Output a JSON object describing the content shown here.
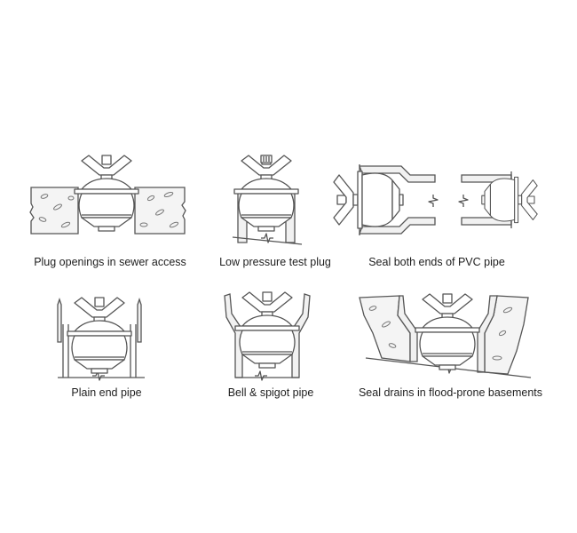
{
  "diagram": {
    "title": "",
    "panels": [
      {
        "id": "sewer-access",
        "caption": "Plug openings in sewer access",
        "row": 1,
        "col": 1
      },
      {
        "id": "low-pressure",
        "caption": "Low pressure test plug",
        "row": 1,
        "col": 2
      },
      {
        "id": "pvc-pipe",
        "caption": "Seal both ends of PVC pipe",
        "row": 1,
        "col": 3
      },
      {
        "id": "plain-end",
        "caption": "Plain end pipe",
        "row": 2,
        "col": 1
      },
      {
        "id": "bell-spigot",
        "caption": "Bell & spigot pipe",
        "row": 2,
        "col": 2
      },
      {
        "id": "flood-drains",
        "caption": "Seal drains in flood-prone basements",
        "row": 2,
        "col": 3
      }
    ],
    "colors": {
      "line": "#555555",
      "background": "#ffffff",
      "text": "#1e1e1e"
    }
  }
}
